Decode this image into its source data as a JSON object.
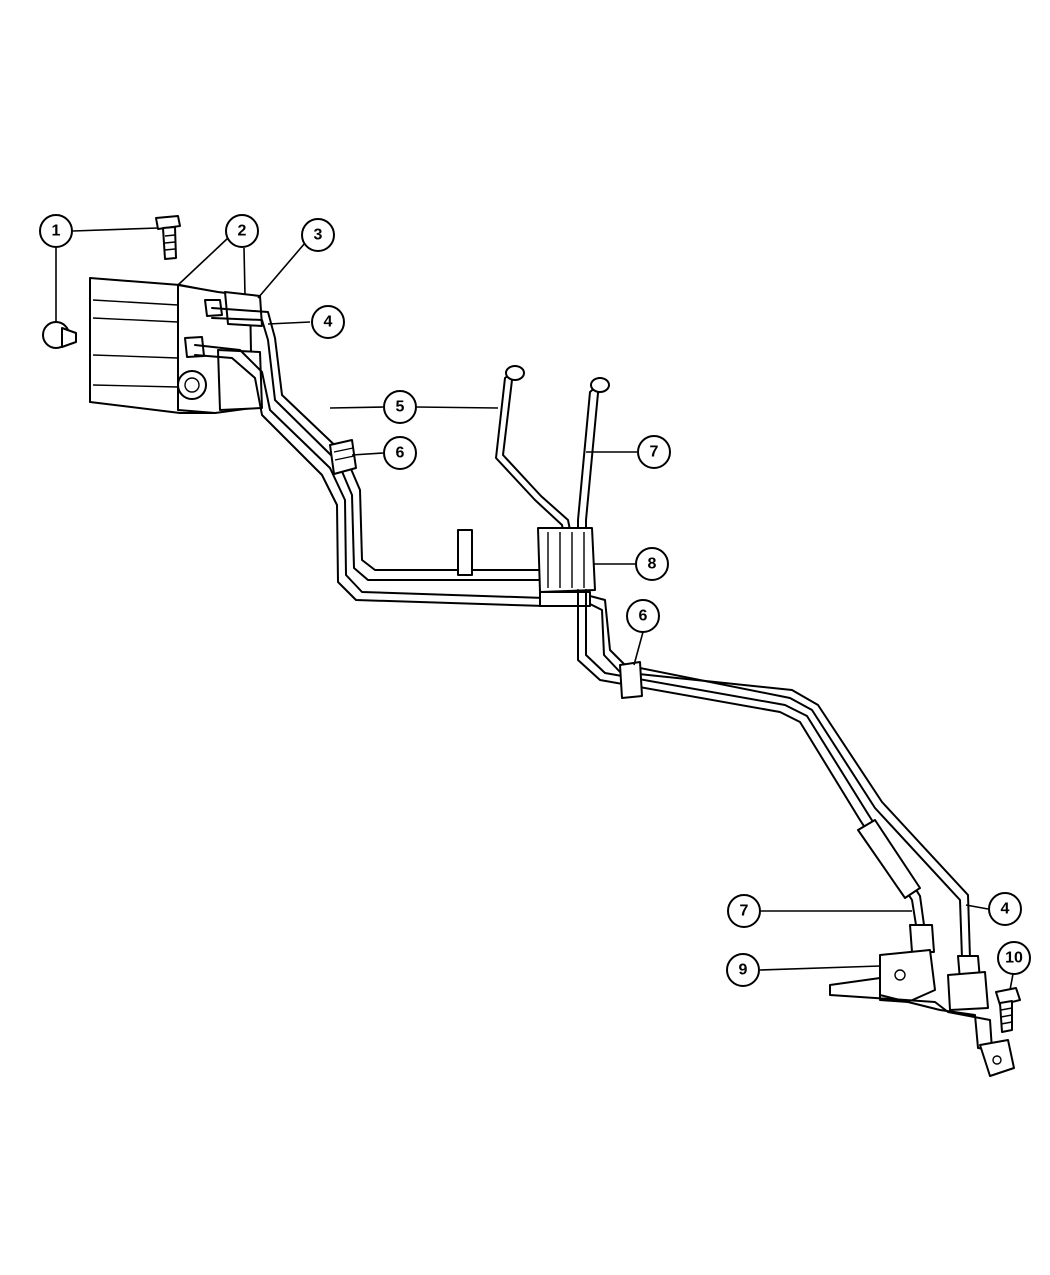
{
  "callouts": [
    {
      "id": "c1",
      "label": "1"
    },
    {
      "id": "c2",
      "label": "2"
    },
    {
      "id": "c3",
      "label": "3"
    },
    {
      "id": "c4a",
      "label": "4"
    },
    {
      "id": "c5",
      "label": "5"
    },
    {
      "id": "c6a",
      "label": "6"
    },
    {
      "id": "c7a",
      "label": "7"
    },
    {
      "id": "c8",
      "label": "8"
    },
    {
      "id": "c6b",
      "label": "6"
    },
    {
      "id": "c7b",
      "label": "7"
    },
    {
      "id": "c4b",
      "label": "4"
    },
    {
      "id": "c9",
      "label": "9"
    },
    {
      "id": "c10",
      "label": "10"
    }
  ]
}
